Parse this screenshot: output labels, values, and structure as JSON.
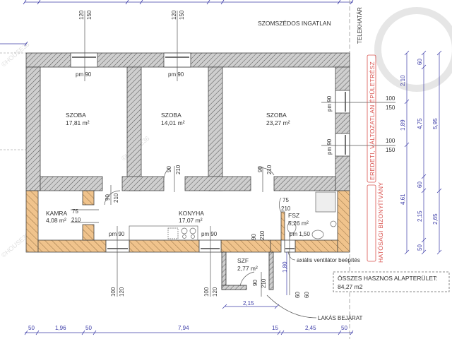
{
  "colors": {
    "existing_wall": "#c9c9c9",
    "new_wall": "#f0c38c",
    "dimension": "#3c3ca8",
    "certificate": "#d9534f"
  },
  "neighbor_label": "SZOMSZÉDOS INGATLAN",
  "boundary_label": "TELEKHATÁR",
  "certificate_labels": [
    "EREDETI, VÁLTOZATLAN ÉPÜLETRÉSZ",
    "HATÓSÁGI BIZONYÍTVÁNY"
  ],
  "watermark": "©HOUSE36",
  "rooms": [
    {
      "name": "SZOBA",
      "area": "17,81 m²"
    },
    {
      "name": "SZOBA",
      "area": "14,01 m²"
    },
    {
      "name": "SZOBA",
      "area": "23,27 m²"
    },
    {
      "name": "KAMRA",
      "area": "4,08 m²"
    },
    {
      "name": "KONYHA",
      "area": "17,07 m²"
    },
    {
      "name": "FSZ",
      "area": "5,26 m²"
    },
    {
      "name": "SZF",
      "area": "2,77 m²"
    }
  ],
  "openings": {
    "window": "pm 90",
    "window_small": "pm 1,50",
    "sill_120": "120",
    "head_150": "150",
    "sill_100": "100",
    "door_90": "90",
    "door_75": "75",
    "door_210": "210",
    "h_60": "60",
    "h_180": "1,80"
  },
  "annotations": {
    "ventilator": "axiális ventilátor beépítés",
    "entrance": "LAKÁS BEJÁRAT",
    "total_label": "ÖSSZES HASZNOS ALAPTERÜLET:",
    "total_value": "84,27 m2"
  },
  "dimensions": {
    "bottom": [
      "50",
      "1,96",
      "50",
      "7,94",
      "15",
      "2,45",
      "50"
    ],
    "szf_width": "2,15",
    "right_col1": [
      "2,10",
      "1,89",
      "4,61"
    ],
    "right_col2": [
      "60",
      "4,75",
      "60",
      "2,15",
      "50"
    ],
    "right_col3": [
      "5,95",
      "2,65"
    ]
  }
}
